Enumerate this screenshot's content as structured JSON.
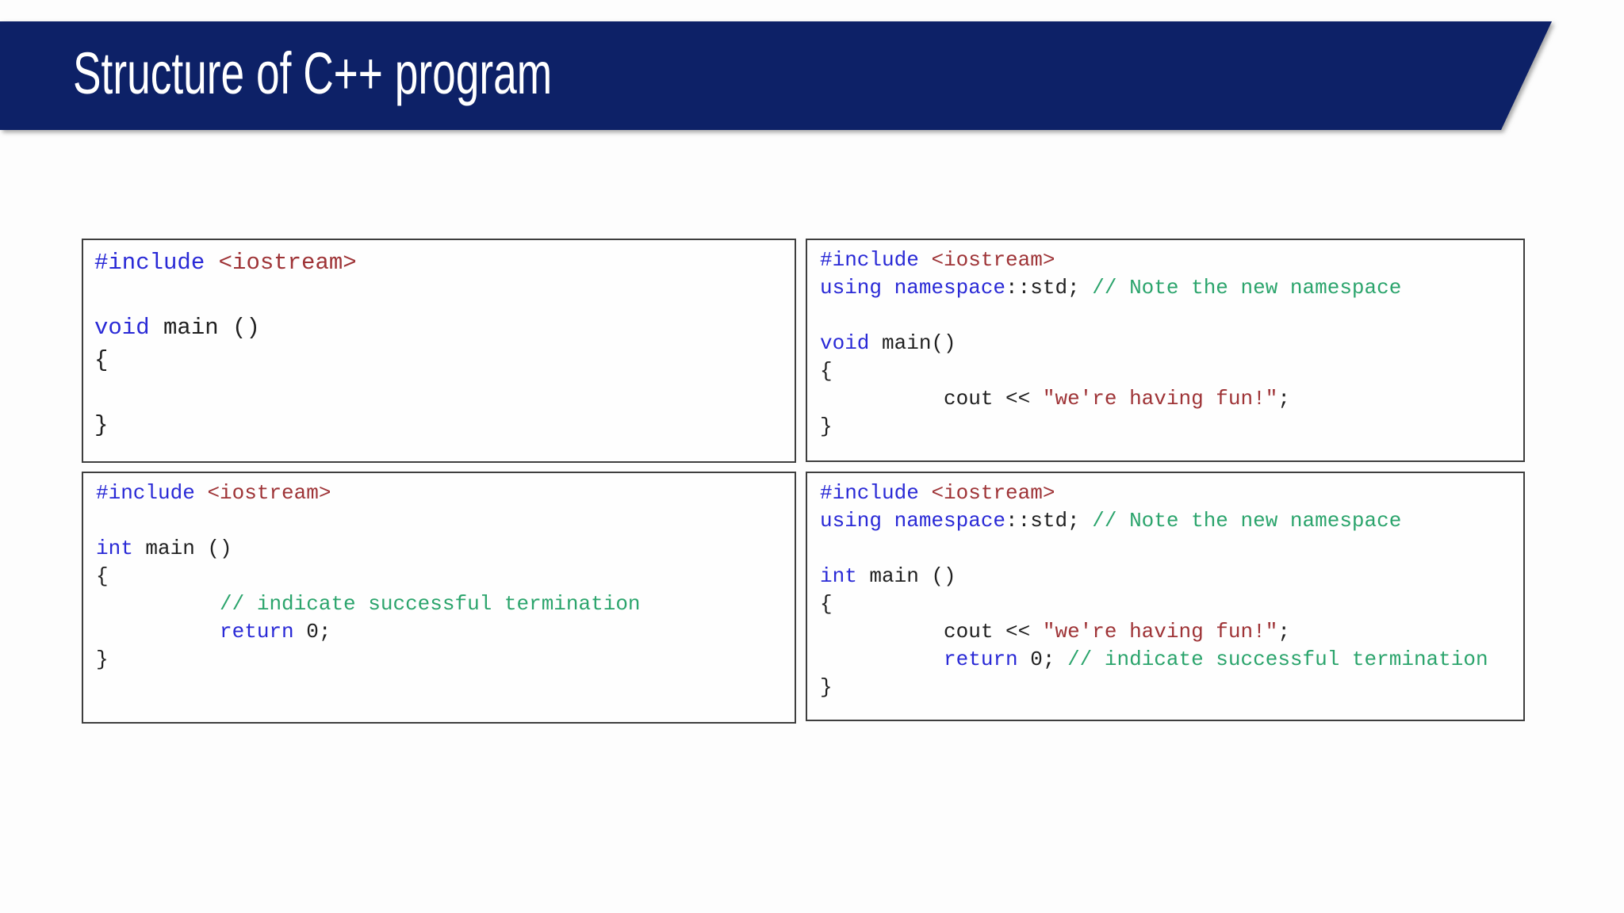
{
  "slide": {
    "title": "Structure of C++ program"
  },
  "colors": {
    "banner": "#0d2167",
    "title_text": "#ffffff",
    "box_border": "#3e3e3e",
    "keyword": "#2929d6",
    "string": "#9e3336",
    "comment": "#2ba46c",
    "plain": "#1f1f1f"
  },
  "code_boxes": [
    {
      "name": "code-box-top-left",
      "lines": [
        [
          {
            "c": "kw",
            "t": "#include"
          },
          {
            "c": "p",
            "t": " "
          },
          {
            "c": "str",
            "t": "<iostream>"
          }
        ],
        [],
        [
          {
            "c": "kw",
            "t": "void"
          },
          {
            "c": "p",
            "t": " main ()"
          }
        ],
        [
          {
            "c": "p",
            "t": "{"
          }
        ],
        [],
        [
          {
            "c": "p",
            "t": "}"
          }
        ]
      ]
    },
    {
      "name": "code-box-top-right",
      "lines": [
        [
          {
            "c": "kw",
            "t": "#include"
          },
          {
            "c": "p",
            "t": " "
          },
          {
            "c": "str",
            "t": "<iostream>"
          }
        ],
        [
          {
            "c": "kw",
            "t": "using namespace"
          },
          {
            "c": "p",
            "t": "::std; "
          },
          {
            "c": "com",
            "t": "// Note the new namespace"
          }
        ],
        [],
        [
          {
            "c": "kw",
            "t": "void"
          },
          {
            "c": "p",
            "t": " main()"
          }
        ],
        [
          {
            "c": "p",
            "t": "{"
          }
        ],
        [
          {
            "c": "p",
            "t": "          cout << "
          },
          {
            "c": "str",
            "t": "\"we're having fun!\""
          },
          {
            "c": "p",
            "t": ";"
          }
        ],
        [
          {
            "c": "p",
            "t": "}"
          }
        ]
      ]
    },
    {
      "name": "code-box-bottom-left",
      "lines": [
        [
          {
            "c": "kw",
            "t": "#include"
          },
          {
            "c": "p",
            "t": " "
          },
          {
            "c": "str",
            "t": "<iostream>"
          }
        ],
        [],
        [
          {
            "c": "kw",
            "t": "int"
          },
          {
            "c": "p",
            "t": " main ()"
          }
        ],
        [
          {
            "c": "p",
            "t": "{"
          }
        ],
        [
          {
            "c": "p",
            "t": "          "
          },
          {
            "c": "com",
            "t": "// indicate successful termination"
          }
        ],
        [
          {
            "c": "p",
            "t": "          "
          },
          {
            "c": "kw",
            "t": "return"
          },
          {
            "c": "p",
            "t": " 0;"
          }
        ],
        [
          {
            "c": "p",
            "t": "}"
          }
        ]
      ]
    },
    {
      "name": "code-box-bottom-right",
      "lines": [
        [
          {
            "c": "kw",
            "t": "#include"
          },
          {
            "c": "p",
            "t": " "
          },
          {
            "c": "str",
            "t": "<iostream>"
          }
        ],
        [
          {
            "c": "kw",
            "t": "using namespace"
          },
          {
            "c": "p",
            "t": "::std; "
          },
          {
            "c": "com",
            "t": "// Note the new namespace"
          }
        ],
        [],
        [
          {
            "c": "kw",
            "t": "int"
          },
          {
            "c": "p",
            "t": " main ()"
          }
        ],
        [
          {
            "c": "p",
            "t": "{"
          }
        ],
        [
          {
            "c": "p",
            "t": "          cout << "
          },
          {
            "c": "str",
            "t": "\"we're having fun!\""
          },
          {
            "c": "p",
            "t": ";"
          }
        ],
        [
          {
            "c": "p",
            "t": "          "
          },
          {
            "c": "kw",
            "t": "return"
          },
          {
            "c": "p",
            "t": " 0; "
          },
          {
            "c": "com",
            "t": "// indicate successful termination"
          }
        ],
        [
          {
            "c": "p",
            "t": "}"
          }
        ]
      ]
    }
  ]
}
